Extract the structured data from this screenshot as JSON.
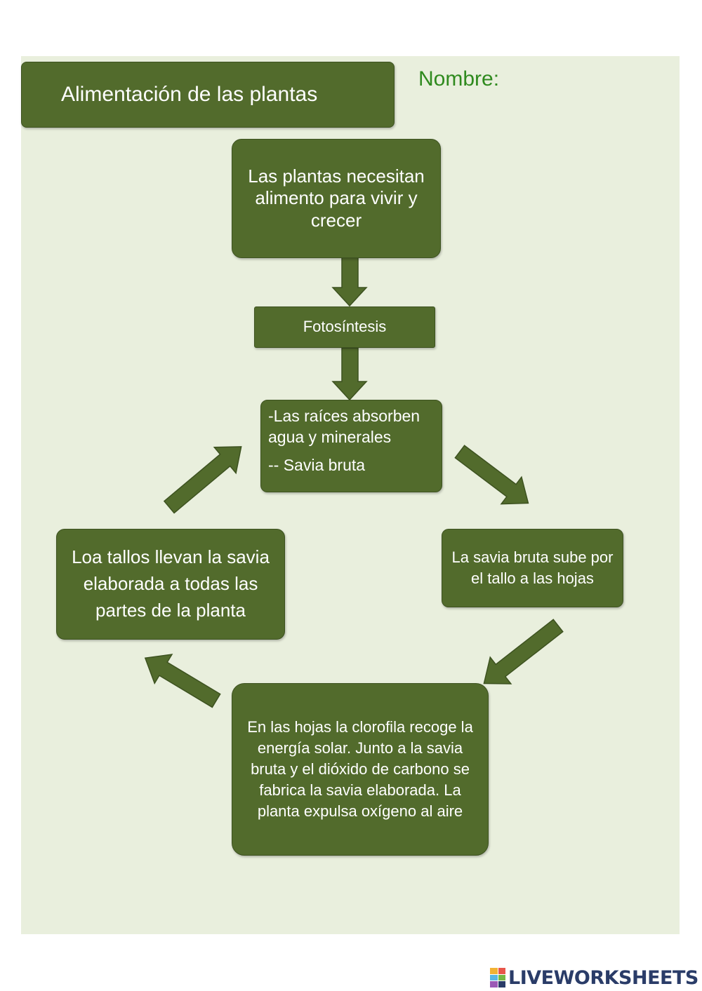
{
  "title": "Alimentación de las plantas",
  "nombre_label": "Nombre:",
  "nodes": {
    "top": "Las plantas necesitan alimento para vivir y crecer",
    "fotosintesis": "Fotosíntesis",
    "raices_line1": "-Las raíces absorben agua y minerales",
    "raices_line2": "-- Savia bruta",
    "savia_sube": "La savia bruta sube por el tallo a las hojas",
    "hojas": "En las hojas la clorofila recoge la energía solar. Junto a la savia bruta y el dióxido de carbono se fabrica la savia elaborada. La planta expulsa oxígeno al aire",
    "tallos": "Loa tallos llevan la savia elaborada  a todas las partes de la planta"
  },
  "logo_text": "LIVEWORKSHEETS",
  "colors": {
    "box_fill": "#526b2c",
    "box_border": "#3d5220",
    "sheet_bg": "#e9efdd",
    "nombre_text": "#2f8a1e",
    "logo_text": "#2a3c68"
  },
  "icons": [
    "arrow-down-icon",
    "arrow-diagonal-icon",
    "liveworksheets-logo-icon"
  ]
}
